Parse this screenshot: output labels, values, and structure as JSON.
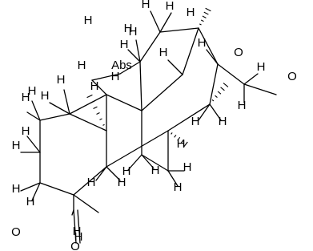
{
  "molecule": {
    "atom_labels": [
      "H",
      "H",
      "H",
      "H",
      "H",
      "H",
      "H",
      "H",
      "H",
      "H",
      "H",
      "H",
      "H",
      "H",
      "H",
      "H",
      "H",
      "H",
      "H",
      "H",
      "H",
      "H",
      "H",
      "H",
      "H",
      "H",
      "H",
      "H",
      "H",
      "H",
      "H",
      "H",
      "H",
      "O",
      "O",
      "O",
      "O",
      "Abs"
    ],
    "colors": {
      "line": "#000000",
      "background": "#ffffff"
    }
  }
}
